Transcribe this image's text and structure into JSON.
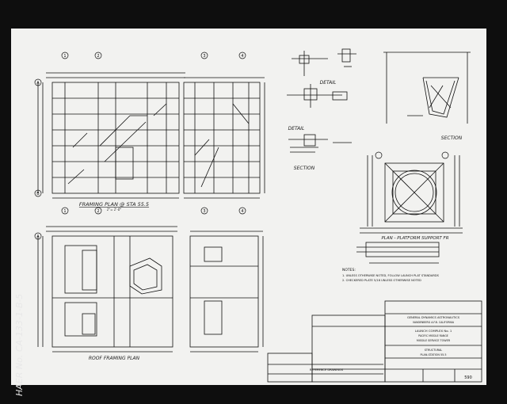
{
  "sheet": {
    "bg_color": "#f2f2f0",
    "ink_color": "#111111"
  },
  "views": {
    "framing_plan": "FRAMING PLAN @ STA 55.5",
    "roof_plan": "ROOF FRAMING PLAN",
    "detail_1": "DETAIL",
    "detail_2": "DETAIL",
    "section_a": "SECTION",
    "section_b": "SECTION",
    "plan_platform": "PLAN - PLATFORM SUPPORT FR",
    "small_note": "1\"= 1'-0\""
  },
  "grid_labels": [
    "1",
    "2",
    "3",
    "4"
  ],
  "row_labels": [
    "A",
    "B"
  ],
  "notes": {
    "title": "NOTES:",
    "line1": "1. UNLESS OTHERWISE NOTED, FOLLOW LAUNCH PLAT STANDARDS",
    "line2": "2. CHECKERED PLATE 5/16 UNLESS OTHERWISE NOTED"
  },
  "title_block": {
    "company": "GENERAL DYNAMICS ASTRONAUTICS",
    "location": "VANDENBERG A.F.B. CALIFORNIA",
    "project": "LAUNCH COMPLEX No. 1",
    "subtitle": "PACIFIC MISSILE RANGE",
    "drawing_title": "MISSILE SERVICE TOWER",
    "drawing_sub": "STRUCTURAL",
    "plan": "PLAN-STATION 55.5",
    "sheet_no": "590",
    "ref": "REFERENCE DRAWINGS"
  },
  "side_id": "HAER No. CA-133-1-B-56 (4/51)"
}
